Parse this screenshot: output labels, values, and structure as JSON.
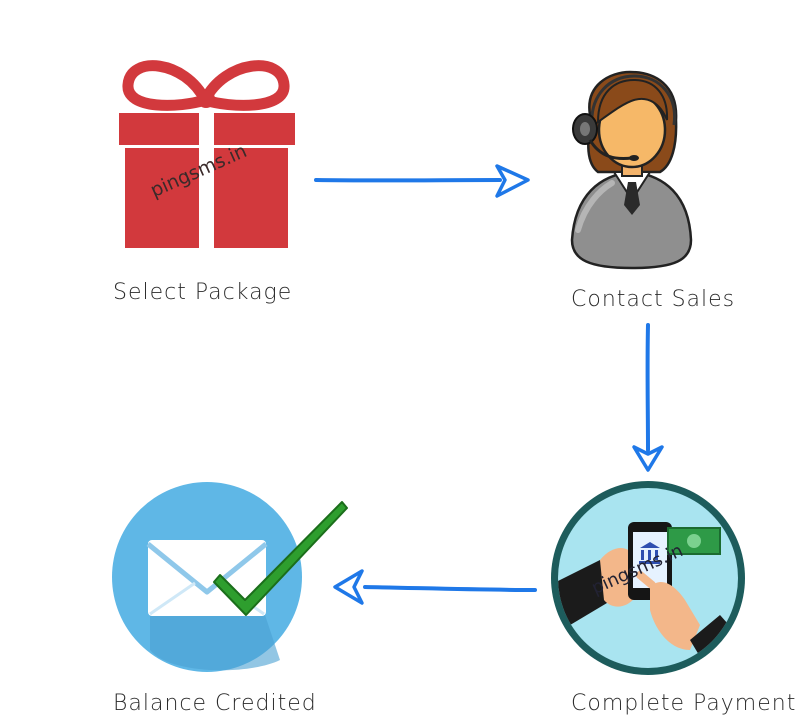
{
  "steps": {
    "select_package": "Select Package",
    "contact_sales": "Contact Sales",
    "complete_payment": "Complete Payment",
    "balance_credited": "Balance Credited"
  },
  "watermark": "pingsms.in",
  "colors": {
    "arrow": "#1f78e8",
    "gift": "#d2393d",
    "mail_circle": "#5fb7e6",
    "check": "#2e9e2e",
    "payment_ring": "#1d5c5c",
    "payment_bg": "#a9e4f0"
  },
  "icons": {
    "step1": "gift-icon",
    "step2": "support-agent-icon",
    "step3": "mobile-payment-icon",
    "step4": "mail-check-icon"
  }
}
